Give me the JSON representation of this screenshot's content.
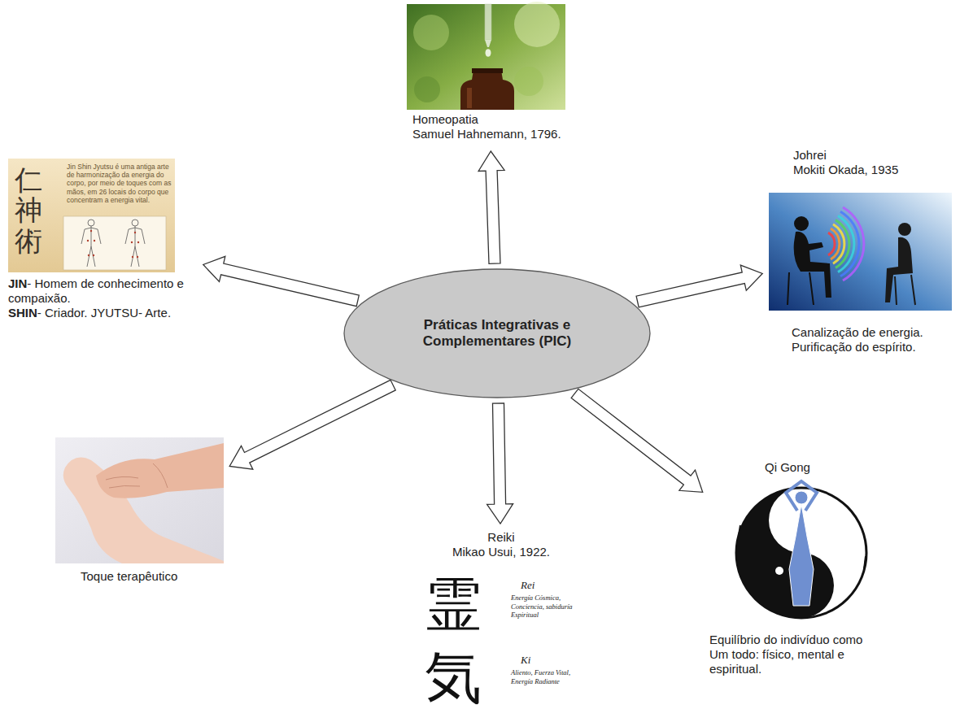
{
  "diagram": {
    "nodes": [
      {
        "text": [
          "Homeopatia",
          "Samuel Hahnemann, 1796."
        ]
      },
      {
        "text": [
          "仁神術",
          "Jin Shin Jyutsu é uma antiga arte de harmonização da energia do corpo, por meio de toques com as mãos, em 26 locais do corpo que concentram a energia vital.",
          "JIN",
          "- Homem de conhecimento e compaixão.",
          "SHIN",
          "- Criador. JYUTSU- Arte."
        ]
      },
      {
        "text": [
          "Johrei",
          "Mokiti Okada, 1935",
          "Canalização de energia. Purificação do espírito."
        ]
      },
      {
        "text": [
          "Práticas Integrativas e Complementares (PIC)"
        ]
      },
      {
        "text": [
          "Toque terapêutico"
        ]
      },
      {
        "text": [
          "Qi Gong",
          "Equilíbrio do indivíduo como Um todo: físico, mental e espiritual."
        ]
      },
      {
        "text": [
          "Reiki",
          "Mikao Usui, 1922.",
          "霊",
          "Rei",
          "Energía Cósmica, Conciencia, sabiduría Espiritual",
          "気",
          "Ki",
          "Aliento, Fuerza Vital, Energía Radiante"
        ]
      }
    ],
    "edges": [
      {
        "from": 3,
        "to": 0,
        "arrow": "to"
      },
      {
        "from": 3,
        "to": 2,
        "arrow": "to"
      },
      {
        "from": 3,
        "to": 5,
        "arrow": "to"
      },
      {
        "from": 3,
        "to": 6,
        "arrow": "to"
      },
      {
        "from": 3,
        "to": 4,
        "arrow": "to"
      },
      {
        "from": 3,
        "to": 1,
        "arrow": "to"
      }
    ]
  }
}
